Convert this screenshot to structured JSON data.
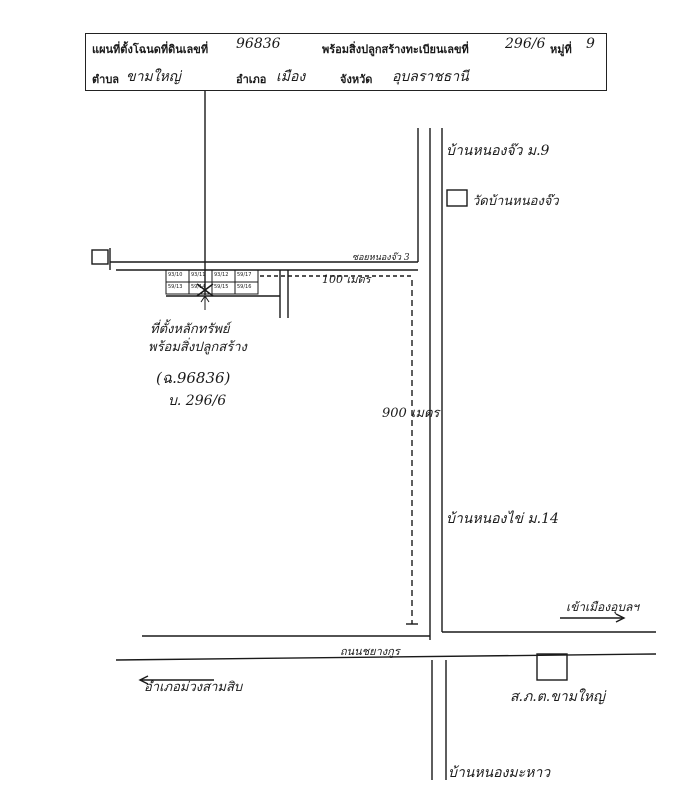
{
  "header": {
    "map_label": "แผนที่ตั้งโฉนดที่ดินเลขที่",
    "deed_number": "96836",
    "with_building_label": "พร้อมสิ่งปลูกสร้างทะเบียนเลขที่",
    "building_number": "296/6",
    "moo_label": "หมู่ที่",
    "moo_number": "9",
    "subdistrict_label": "ตำบล",
    "subdistrict_value": "ขามใหญ่",
    "district_label": "อำเภอ",
    "district_value": "เมือง",
    "province_label": "จังหวัด",
    "province_value": "อุบลราชธานี"
  },
  "map": {
    "village_north": "บ้านหนองจ๊ว ม.9",
    "temple": "วัดบ้านหนองจ๊ว",
    "soi_name": "ซอยหนองจ๊ว 3",
    "distance_soi": "100 เมตร",
    "distance_main": "900 เมตร",
    "village_mid": "บ้านหนองไข่ ม.14",
    "to_city": "เข้าเมืองอุบลฯ",
    "main_road": "ถนนชยางกูร",
    "to_district": "อำเภอม่วงสามสิบ",
    "police_station": "ส.ภ.ต.ขามใหญ่",
    "village_south": "บ้านหนองมะหาว",
    "parcel_label_1": "ที่ตั้งหลักทรัพย์",
    "parcel_label_2": "พร้อมสิ่งปลูกสร้าง",
    "parcel_deed": "(ฉ.96836)",
    "parcel_house": "บ. 296/6",
    "parcel_cells_top": [
      "93/10",
      "93/11",
      "93/12",
      "59/17"
    ],
    "parcel_cells_bottom": [
      "59/13",
      "59/14",
      "59/15",
      "59/16"
    ]
  }
}
